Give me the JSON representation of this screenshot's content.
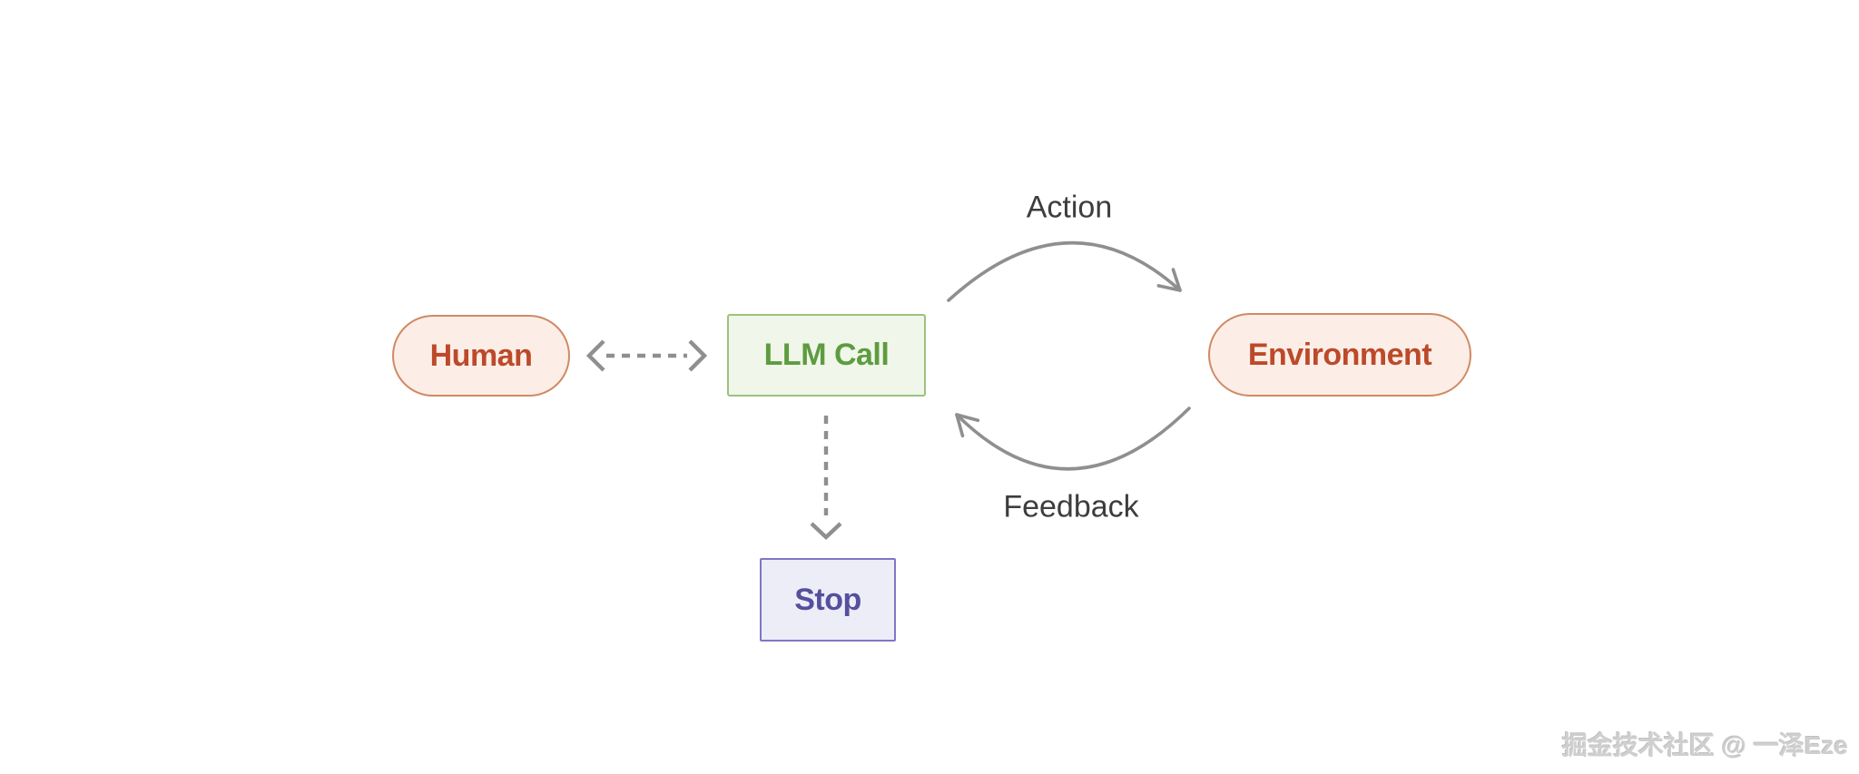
{
  "diagram": {
    "nodes": {
      "human": {
        "label": "Human",
        "shape": "pill"
      },
      "llm_call": {
        "label": "LLM Call",
        "shape": "rectangle"
      },
      "environment": {
        "label": "Environment",
        "shape": "pill"
      },
      "stop": {
        "label": "Stop",
        "shape": "rectangle"
      }
    },
    "edges": {
      "action": {
        "label": "Action",
        "from": "llm_call",
        "to": "environment",
        "style": "solid curved arrow"
      },
      "feedback": {
        "label": "Feedback",
        "from": "environment",
        "to": "llm_call",
        "style": "solid curved arrow"
      },
      "human_llm": {
        "from": "human",
        "to": "llm_call",
        "style": "dashed double-headed arrow"
      },
      "llm_stop": {
        "from": "llm_call",
        "to": "stop",
        "style": "dashed arrow"
      }
    }
  },
  "watermark": {
    "text": "掘金技术社区 @ 一泽Eze"
  },
  "theme": {
    "bg": "#ffffff",
    "warm-fill": "#fceee7",
    "warm-border": "#d08a63",
    "warm-text": "#bc4a2a",
    "green-fill": "#f0f6ea",
    "green-border": "#9cc27d",
    "green-text": "#5d9c3f",
    "purple-fill": "#ededf7",
    "purple-border": "#7d77c5",
    "purple-text": "#554f9e",
    "arrow": "#8f8f8f",
    "edge-label": "#3d3d3d",
    "watermark": "#cfcfcf"
  }
}
